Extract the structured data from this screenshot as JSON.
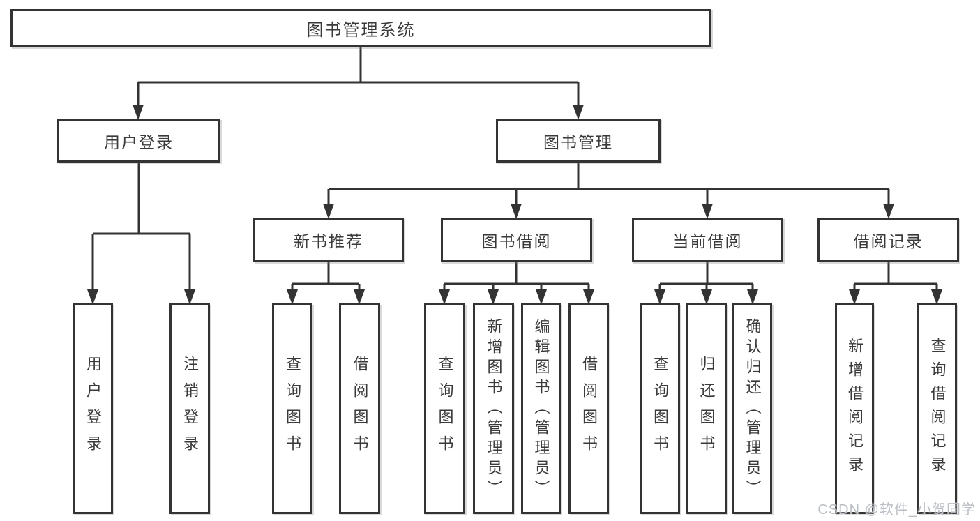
{
  "tree": {
    "root": {
      "label": "图书管理系统"
    },
    "branches": [
      {
        "label": "用户登录",
        "children": [
          {
            "label": "用户登录"
          },
          {
            "label": "注销登录"
          }
        ]
      },
      {
        "label": "图书管理",
        "children": [
          {
            "label": "新书推荐",
            "children": [
              {
                "label": "查询图书"
              },
              {
                "label": "借阅图书"
              }
            ]
          },
          {
            "label": "图书借阅",
            "children": [
              {
                "label": "查询图书"
              },
              {
                "label": "新增图书（管理员）"
              },
              {
                "label": "编辑图书（管理员）"
              },
              {
                "label": "借阅图书"
              }
            ]
          },
          {
            "label": "当前借阅",
            "children": [
              {
                "label": "查询图书"
              },
              {
                "label": "归还图书"
              },
              {
                "label": "确认归还（管理员）"
              }
            ]
          },
          {
            "label": "借阅记录",
            "children": [
              {
                "label": "新增借阅记录"
              },
              {
                "label": "查询借阅记录"
              }
            ]
          }
        ]
      }
    ]
  },
  "watermark": "CSDN @软件_小贺同学",
  "colors": {
    "line": "#333333",
    "box_border": "#333333",
    "text": "#3a3a3a",
    "watermark": "#b9bdc4",
    "background": "#ffffff"
  }
}
